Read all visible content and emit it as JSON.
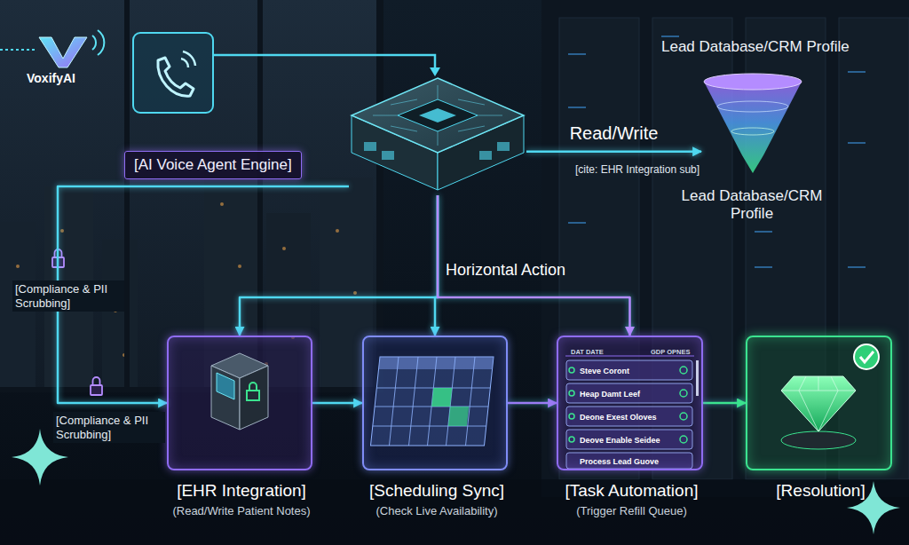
{
  "diagram": {
    "nodes": [
      {
        "text": [
          "[AI Voice Agent Engine]"
        ]
      },
      {
        "text": [
          "Lead Database/CRM Profile",
          "Lead Database/CRM Profile"
        ]
      },
      {
        "text": [
          "[EHR Integration]",
          "(Read/Write Patient Notes)"
        ]
      },
      {
        "text": [
          "[Scheduling Sync]",
          "(Check Live Availability)"
        ]
      },
      {
        "text": [
          "DAT DATE",
          "GDP OPNES",
          "Steve Coront",
          "Heap Damt Leef",
          "Deone Exest Oloves",
          "Deove Enable Seidee",
          "Process Lead Guove",
          "[Task Automation]",
          "(Trigger Refill Queue)"
        ]
      },
      {
        "text": [
          "[Resolution]"
        ]
      }
    ],
    "edges": [
      {
        "from": 0,
        "to": 1,
        "label": "Read/Write",
        "arrow": "to"
      },
      {
        "from": 0,
        "to": 2,
        "arrow": "to"
      },
      {
        "from": 0,
        "to": 3,
        "arrow": "to"
      },
      {
        "from": 0,
        "to": 4,
        "arrow": "to"
      },
      {
        "from": 0,
        "to": 2,
        "arrow": "to"
      },
      {
        "from": 2,
        "to": 3,
        "arrow": "to"
      },
      {
        "from": 3,
        "to": 4,
        "arrow": "to"
      },
      {
        "from": 4,
        "to": 5,
        "arrow": "to"
      }
    ],
    "labels": [
      "VoxifyAI",
      "[cite: EHR Integration sub]",
      "Horizontal Action",
      "[Compliance & PII Scrubbing]",
      "[Compliance & PII Scrubbing]"
    ]
  }
}
